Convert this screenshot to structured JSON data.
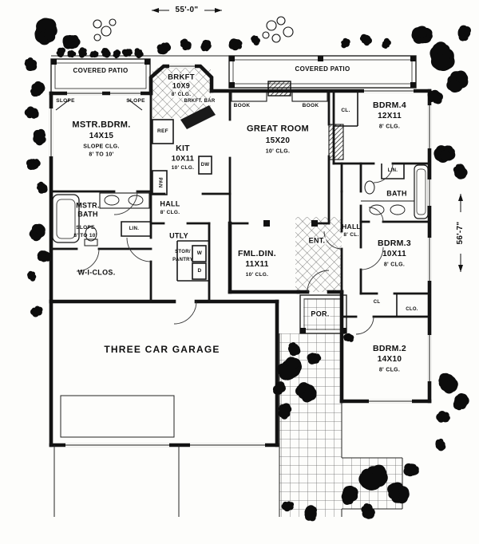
{
  "dimensions": {
    "top": "55'-0\"",
    "right": "56'-7\""
  },
  "patios": {
    "left": "COVERED PATIO",
    "right": "COVERED PATIO"
  },
  "rooms": {
    "brkft": {
      "name": "BRKFT",
      "size": "10X9",
      "clg": "8' CLG.",
      "bar": "BRKFT. BAR"
    },
    "mstr_bdrm": {
      "name": "MSTR.BDRM.",
      "size": "14X15",
      "clg1": "SLOPE CLG.",
      "clg2": "8' TO 10'"
    },
    "great_room": {
      "name": "GREAT ROOM",
      "size": "15X20",
      "clg": "10' CLG."
    },
    "bdrm4": {
      "name": "BDRM.4",
      "size": "12X11",
      "clg": "8' CLG."
    },
    "kit": {
      "name": "KIT",
      "size": "10X11",
      "clg": "10' CLG."
    },
    "bath": {
      "name": "BATH"
    },
    "hall_left": {
      "name": "HALL",
      "clg": "8' CLG."
    },
    "mstr_bath": {
      "name1": "MSTR.",
      "name2": "BATH",
      "slope": "SLOPE",
      "slope_range": "8' TO 10'"
    },
    "utly": {
      "name": "UTLY"
    },
    "stor": {
      "line1": "STOR/",
      "line2": "PANTRY"
    },
    "fml_din": {
      "name": "FML.DIN.",
      "size": "11X11",
      "clg": "10' CLG."
    },
    "ent": {
      "name": "ENT."
    },
    "hall_right": {
      "name": "HALL",
      "clg": "8' CL."
    },
    "bdrm3": {
      "name": "BDRM.3",
      "size": "10X11",
      "clg": "8' CLG."
    },
    "wiclos": {
      "name": "W-I-CLOS."
    },
    "por": {
      "name": "POR."
    },
    "bdrm2": {
      "name": "BDRM.2",
      "size": "14X10",
      "clg": "8' CLG."
    },
    "garage": {
      "name": "THREE CAR GARAGE"
    }
  },
  "small_labels": {
    "book_left": "BOOK",
    "book_right": "BOOK",
    "slope_left": "SLOPE",
    "slope_right": "SLOPE",
    "ref": "REF",
    "dw": "DW",
    "pan": "PAN",
    "lin_bath": "LIN.",
    "lin_hall": "LIN.",
    "cl_bdrm4": "CL.",
    "cl_bdrm3": "CL",
    "clo_bdrm2": "CLO.",
    "washer": "W",
    "dryer": "D"
  }
}
